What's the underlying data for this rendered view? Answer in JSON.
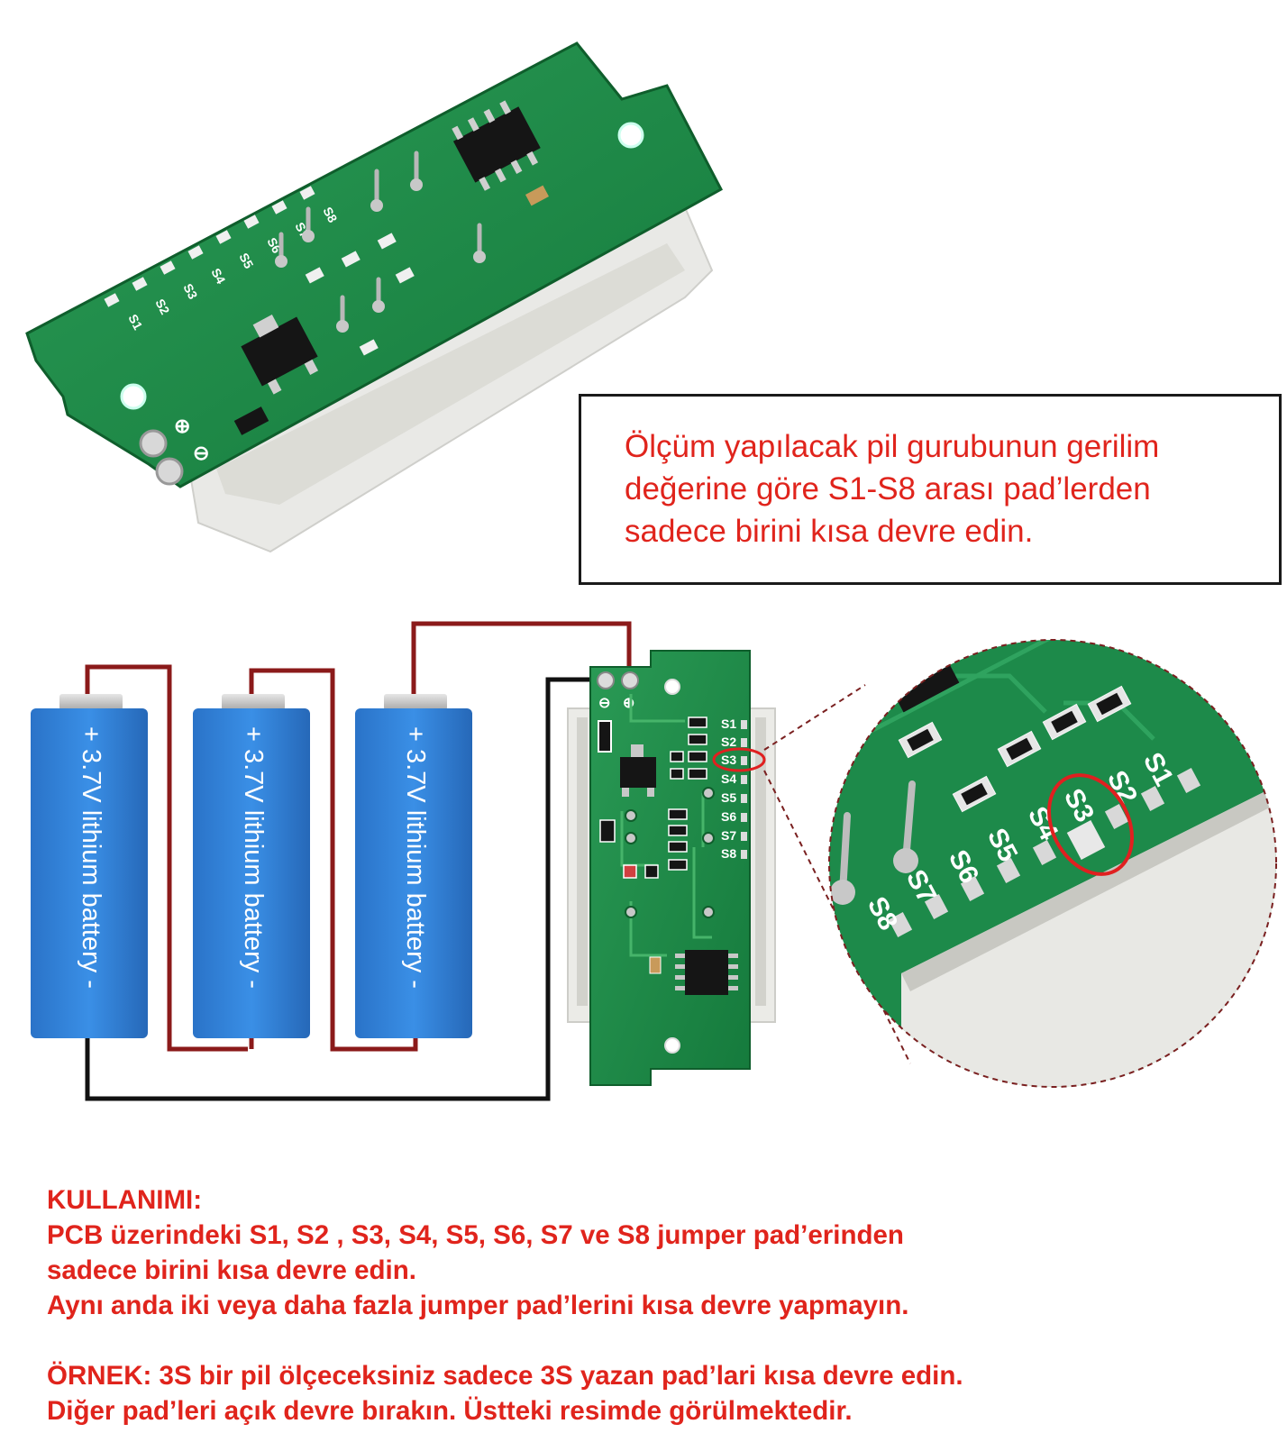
{
  "callout": {
    "lines": [
      "Ölçüm yapılacak pil gurubunun gerilim",
      "değerine göre S1-S8 arası pad’lerden",
      "sadece birini kısa devre edin."
    ]
  },
  "batteries": [
    {
      "label": "+ 3.7V lithium battery -"
    },
    {
      "label": "+ 3.7V lithium battery -"
    },
    {
      "label": "+ 3.7V lithium battery -"
    }
  ],
  "pcb": {
    "pad_labels": [
      "S1",
      "S2",
      "S3",
      "S4",
      "S5",
      "S6",
      "S7",
      "S8"
    ],
    "plus_symbol": "⊕",
    "minus_symbol": "⊖"
  },
  "zoom": {
    "pad_labels": [
      "S1",
      "S2",
      "S3",
      "S4",
      "S5",
      "S6",
      "S7",
      "S8"
    ]
  },
  "top_photo": {
    "pad_labels": [
      "S1",
      "S2",
      "S3",
      "S4",
      "S5",
      "S6",
      "S7",
      "S8"
    ]
  },
  "usage": {
    "title": "KULLANIMI:",
    "lines": [
      "PCB üzerindeki S1, S2 , S3, S4, S5, S6, S7 ve S8 jumper pad’erinden",
      "sadece birini kısa devre edin.",
      "Aynı anda iki veya daha fazla jumper pad’lerini kısa devre yapmayın."
    ],
    "example_lines": [
      "ÖRNEK: 3S bir pil ölçeceksiniz sadece 3S yazan pad’lari kısa devre edin.",
      "Diğer pad’leri açık devre bırakın. Üstteki resimde görülmektedir."
    ]
  },
  "colors": {
    "text_red": "#e0241c",
    "pcb_green": "#1f8a4a",
    "battery_blue": "#2f7fd6",
    "wire_red": "#8b1a1a",
    "wire_black": "#111111",
    "highlight_circle": "#e02020"
  }
}
